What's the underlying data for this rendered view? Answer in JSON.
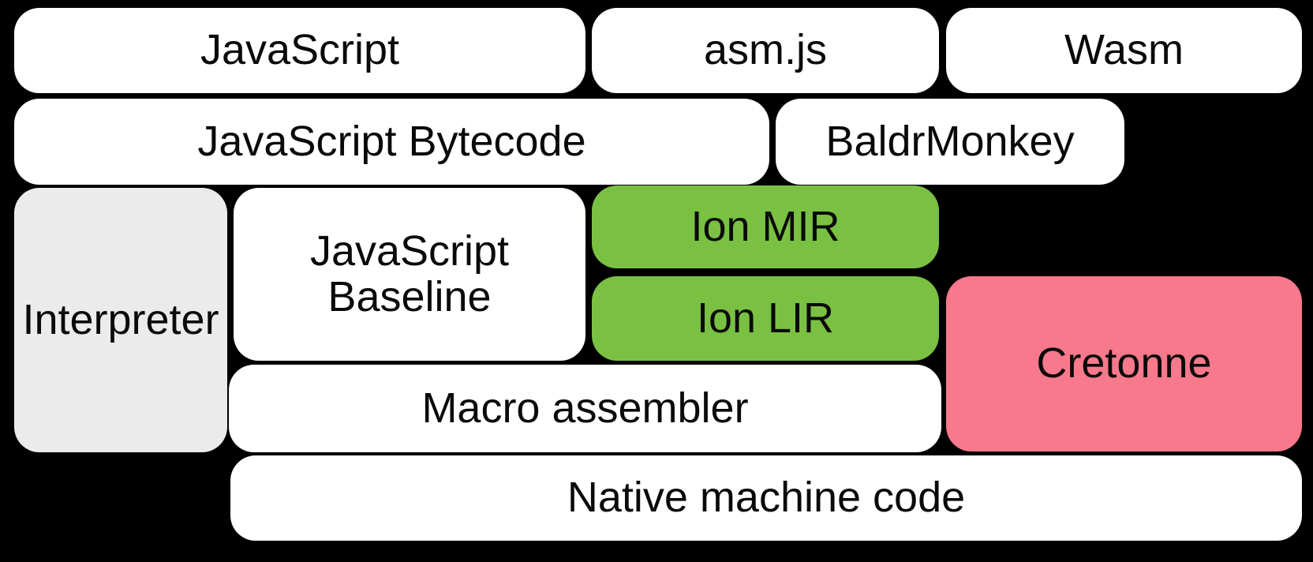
{
  "colors": {
    "background": "#000000",
    "box_white": "#FFFFFF",
    "box_gray": "#EBEBEB",
    "box_green": "#7AC143",
    "box_pink": "#F7798B",
    "text": "#0A0A0A"
  },
  "diagram": {
    "type": "compiler-pipeline-block-diagram",
    "nodes": {
      "javascript": {
        "label": "JavaScript",
        "bg": "#FFFFFF"
      },
      "asmjs": {
        "label": "asm.js",
        "bg": "#FFFFFF"
      },
      "wasm": {
        "label": "Wasm",
        "bg": "#FFFFFF"
      },
      "bytecode": {
        "label": "JavaScript Bytecode",
        "bg": "#FFFFFF"
      },
      "baldrmonkey": {
        "label": "BaldrMonkey",
        "bg": "#FFFFFF"
      },
      "interpreter": {
        "label": "Interpreter",
        "bg": "#EBEBEB"
      },
      "baseline": {
        "label": "JavaScript\nBaseline",
        "bg": "#FFFFFF"
      },
      "ion_mir": {
        "label": "Ion MIR",
        "bg": "#7AC143"
      },
      "ion_lir": {
        "label": "Ion LIR",
        "bg": "#7AC143"
      },
      "cretonne": {
        "label": "Cretonne",
        "bg": "#F7798B"
      },
      "macro_assembler": {
        "label": "Macro assembler",
        "bg": "#FFFFFF"
      },
      "native_machine_code": {
        "label": "Native machine code",
        "bg": "#FFFFFF"
      }
    }
  }
}
